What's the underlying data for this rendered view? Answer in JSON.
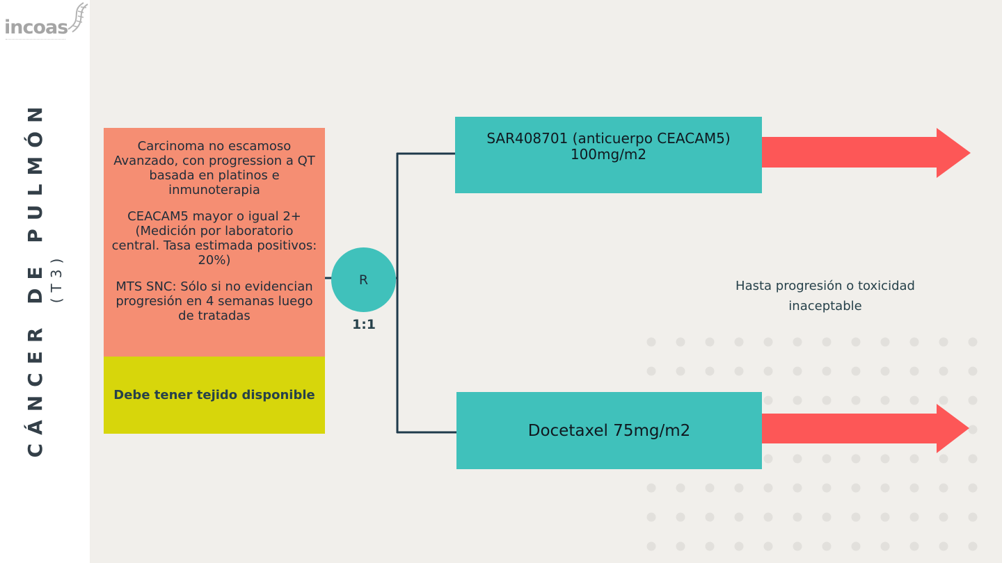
{
  "logo": {
    "text": "incoas"
  },
  "title": {
    "main": "CÁNCER DE PULMÓN",
    "sub": "(T3)"
  },
  "criteria": {
    "lines": [
      "Carcinoma no escamoso Avanzado, con progression a QT basada en platinos e inmunoterapia",
      "CEACAM5 mayor o igual 2+ (Medición por laboratorio central. Tasa estimada positivos: 20%)",
      "MTS SNC: Sólo si no evidencian progresión en 4 semanas luego de tratadas"
    ]
  },
  "tissue": {
    "text": "Debe tener tejido disponible"
  },
  "randomization": {
    "label": "R",
    "ratio": "1:1"
  },
  "arms": [
    {
      "line1": "SAR408701 (anticuerpo CEACAM5)",
      "line2": "100mg/m2"
    },
    {
      "line1": "Docetaxel 75mg/m2"
    }
  ],
  "note": {
    "text": "Hasta progresión o toxicidad inaceptable"
  },
  "colors": {
    "criteria": "#f58e73",
    "tissue": "#d7d60b",
    "arm": "#40c1bb",
    "arrow": "#fd5757",
    "line": "#1f3a4b",
    "dots": "#e2e0dc",
    "background": "#f1efeb"
  }
}
